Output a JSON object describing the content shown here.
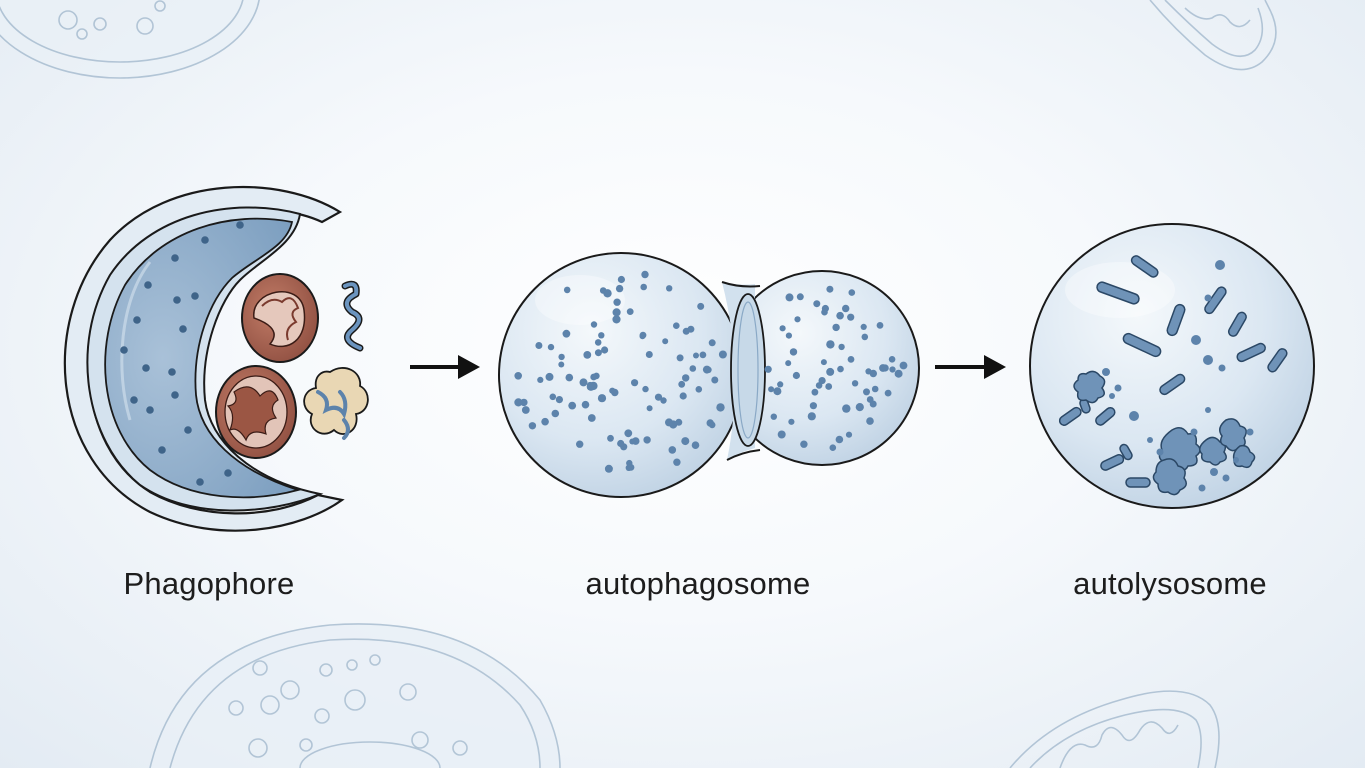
{
  "stages": [
    {
      "label": "Phagophore"
    },
    {
      "label": "autophagosome"
    },
    {
      "label": "autolysosome"
    }
  ],
  "colors": {
    "membrane_fill": "#c5d8e8",
    "membrane_dark": "#86a8c8",
    "vesicle_fill": "#dde9f3",
    "dot": "#5d83ab",
    "mitochondria": "#a86552",
    "outline": "#1a1a1a",
    "protein_beige": "#e8d7b6",
    "background_line": "#9fb5cb"
  }
}
